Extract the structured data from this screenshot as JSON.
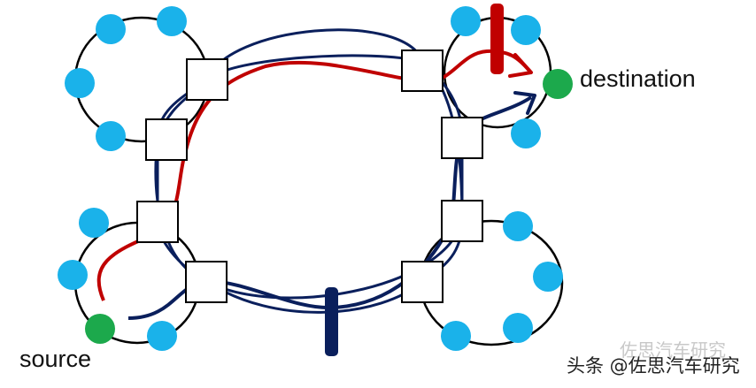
{
  "labels": {
    "destination": "destination",
    "source": "source"
  },
  "watermark": {
    "text": "头条 @佐思汽车研究",
    "ghost_text": "佐思汽车研究"
  },
  "colors": {
    "ring": "#000000",
    "network_link": "#0a1f5c",
    "node": "#1ab2ea",
    "endpoint": "#1ca94c",
    "red_path": "#c00000",
    "blue_path": "#0a1f5c",
    "router_fill": "#ffffff"
  },
  "icons": {
    "router": "square-router-icon",
    "node": "circle-node-icon",
    "endpoint": "green-endpoint-icon",
    "blocker": "link-failure-bar-icon"
  }
}
